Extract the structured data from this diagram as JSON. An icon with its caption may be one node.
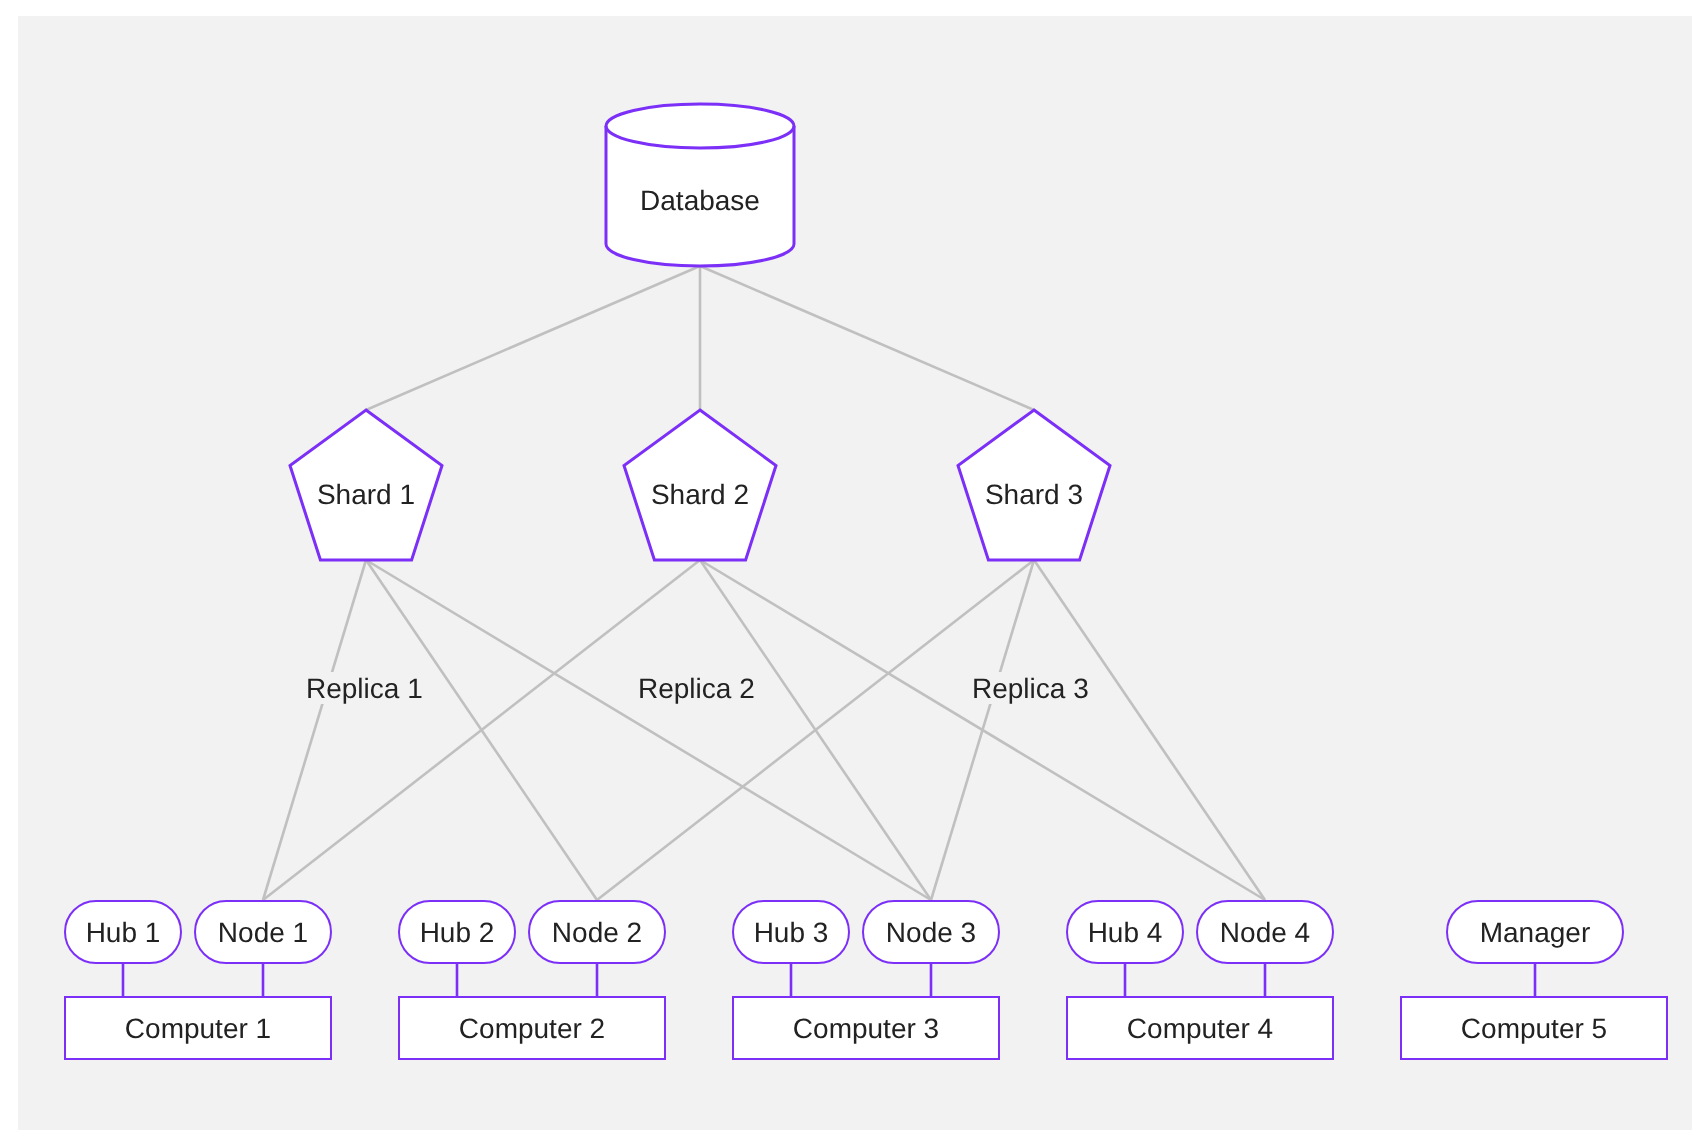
{
  "diagram": {
    "nodes": [
      {
        "text": [
          "Database"
        ]
      },
      {
        "text": [
          "Shard 1"
        ]
      },
      {
        "text": [
          "Shard 2"
        ]
      },
      {
        "text": [
          "Shard 3"
        ]
      },
      {
        "text": [
          "Hub 1"
        ]
      },
      {
        "text": [
          "Node 1"
        ]
      },
      {
        "text": [
          "Hub 2"
        ]
      },
      {
        "text": [
          "Node 2"
        ]
      },
      {
        "text": [
          "Hub 3"
        ]
      },
      {
        "text": [
          "Node 3"
        ]
      },
      {
        "text": [
          "Hub 4"
        ]
      },
      {
        "text": [
          "Node 4"
        ]
      },
      {
        "text": [
          "Manager"
        ]
      },
      {
        "text": [
          "Computer 1"
        ]
      },
      {
        "text": [
          "Computer 2"
        ]
      },
      {
        "text": [
          "Computer 3"
        ]
      },
      {
        "text": [
          "Computer 4"
        ]
      },
      {
        "text": [
          "Computer 5"
        ]
      }
    ],
    "edges": [
      {
        "from": 0,
        "to": 1,
        "arrow": "none"
      },
      {
        "from": 0,
        "to": 2,
        "arrow": "none"
      },
      {
        "from": 0,
        "to": 3,
        "arrow": "none"
      },
      {
        "from": 1,
        "to": 5,
        "arrow": "none"
      },
      {
        "from": 1,
        "to": 7,
        "arrow": "none"
      },
      {
        "from": 1,
        "to": 9,
        "arrow": "none"
      },
      {
        "from": 2,
        "to": 5,
        "arrow": "none"
      },
      {
        "from": 2,
        "to": 9,
        "arrow": "none"
      },
      {
        "from": 2,
        "to": 11,
        "arrow": "none"
      },
      {
        "from": 3,
        "to": 7,
        "arrow": "none"
      },
      {
        "from": 3,
        "to": 9,
        "arrow": "none"
      },
      {
        "from": 3,
        "to": 11,
        "arrow": "none"
      },
      {
        "from": 4,
        "to": 13,
        "arrow": "none",
        "color": "#7b2ff7"
      },
      {
        "from": 5,
        "to": 13,
        "arrow": "none",
        "color": "#7b2ff7"
      },
      {
        "from": 6,
        "to": 14,
        "arrow": "none",
        "color": "#7b2ff7"
      },
      {
        "from": 7,
        "to": 14,
        "arrow": "none",
        "color": "#7b2ff7"
      },
      {
        "from": 8,
        "to": 15,
        "arrow": "none",
        "color": "#7b2ff7"
      },
      {
        "from": 9,
        "to": 15,
        "arrow": "none",
        "color": "#7b2ff7"
      },
      {
        "from": 10,
        "to": 16,
        "arrow": "none",
        "color": "#7b2ff7"
      },
      {
        "from": 11,
        "to": 16,
        "arrow": "none",
        "color": "#7b2ff7"
      },
      {
        "from": 12,
        "to": 17,
        "arrow": "none",
        "color": "#7b2ff7"
      }
    ],
    "labels": [
      "Replica 1",
      "Replica 2",
      "Replica 3"
    ]
  }
}
